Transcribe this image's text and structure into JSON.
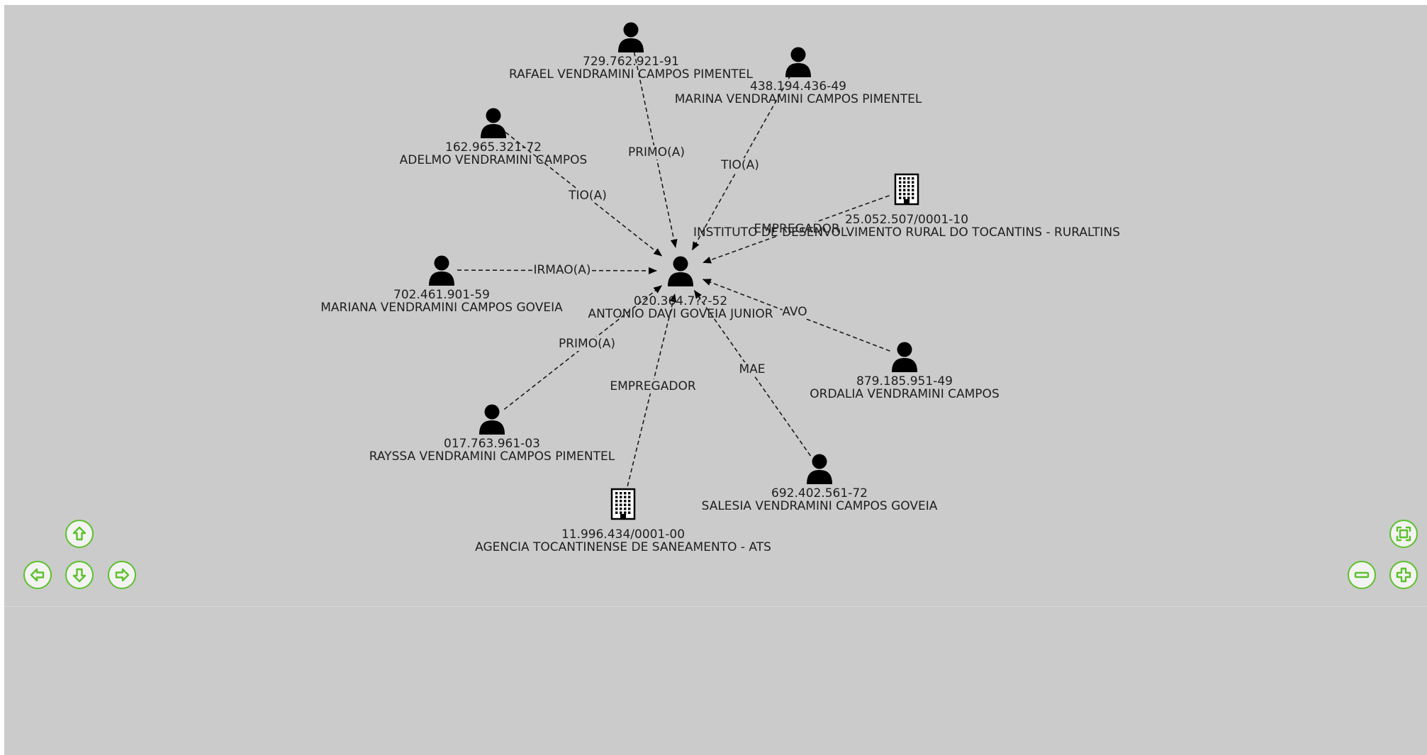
{
  "graph": {
    "center": {
      "id": "020.364.7??-52",
      "name": "ANTONIO DAVI GOVEIA JUNIOR",
      "type": "person"
    },
    "nodes": [
      {
        "key": "n1",
        "id": "729.762.921-91",
        "name": "RAFAEL VENDRAMINI CAMPOS PIMENTEL",
        "type": "person",
        "relation": "PRIMO(A)"
      },
      {
        "key": "n2",
        "id": "438.194.436-49",
        "name": "MARINA VENDRAMINI CAMPOS PIMENTEL",
        "type": "person",
        "relation": "TIO(A)"
      },
      {
        "key": "n3",
        "id": "162.965.321-72",
        "name": "ADELMO VENDRAMINI CAMPOS",
        "type": "person",
        "relation": "TIO(A)"
      },
      {
        "key": "n4",
        "id": "25.052.507/0001-10",
        "name": "INSTITUTO DE DESENVOLVIMENTO RURAL DO TOCANTINS - RURALTINS",
        "type": "company",
        "relation": "EMPREGADOR"
      },
      {
        "key": "n5",
        "id": "702.461.901-59",
        "name": "MARIANA VENDRAMINI CAMPOS GOVEIA",
        "type": "person",
        "relation": "IRMAO(A)"
      },
      {
        "key": "n6",
        "id": "879.185.951-49",
        "name": "ORDALIA VENDRAMINI CAMPOS",
        "type": "person",
        "relation": "AVO"
      },
      {
        "key": "n7",
        "id": "017.763.961-03",
        "name": "RAYSSA VENDRAMINI CAMPOS PIMENTEL",
        "type": "person",
        "relation": "PRIMO(A)"
      },
      {
        "key": "n8",
        "id": "692.402.561-72",
        "name": "SALESIA VENDRAMINI CAMPOS GOVEIA",
        "type": "person",
        "relation": "MAE"
      },
      {
        "key": "n9",
        "id": "11.996.434/0001-00",
        "name": "AGENCIA TOCANTINENSE DE SANEAMENTO - ATS",
        "type": "company",
        "relation": "EMPREGADOR"
      }
    ]
  },
  "controls": {
    "pan_up_icon": "arrow-up-icon",
    "pan_down_icon": "arrow-down-icon",
    "pan_left_icon": "arrow-left-icon",
    "pan_right_icon": "arrow-right-icon",
    "zoom_in_icon": "plus-icon",
    "zoom_out_icon": "minus-icon",
    "fit_icon": "fit-screen-icon"
  },
  "colors": {
    "background": "#cbcbcb",
    "control_accent": "#5cc12b",
    "node": "#000000"
  }
}
